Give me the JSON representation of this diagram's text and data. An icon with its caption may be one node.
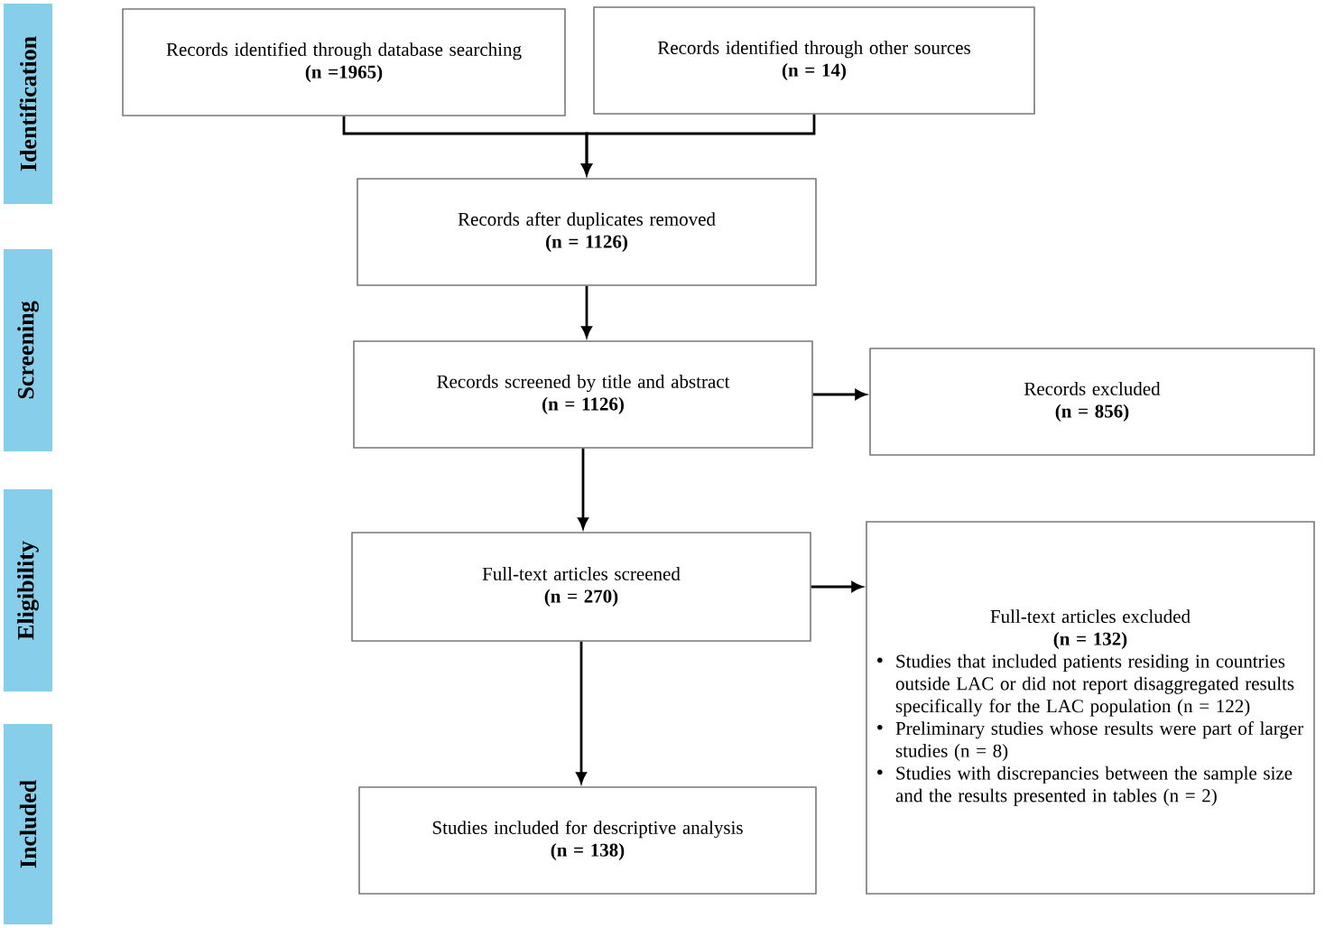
{
  "diagram": {
    "nodes": [
      {
        "text": [
          "Identification"
        ]
      },
      {
        "text": [
          "Screening"
        ]
      },
      {
        "text": [
          "Eligibility"
        ]
      },
      {
        "text": [
          "Included"
        ]
      },
      {
        "text": [
          "Records identified through database searching",
          "(n =1965)"
        ]
      },
      {
        "text": [
          "Records identified through other sources",
          "(n = 14)"
        ]
      },
      {
        "text": [
          "Records after duplicates removed",
          "(n = 1126)"
        ]
      },
      {
        "text": [
          "Records screened by title and abstract",
          "(n = 1126)"
        ]
      },
      {
        "text": [
          "Records excluded",
          "(n = 856)"
        ]
      },
      {
        "text": [
          "Full-text articles screened",
          "(n = 270)"
        ]
      },
      {
        "text": [
          "Full-text articles excluded",
          "(n = 132)",
          "Studies that included patients residing in countries outside LAC or did not report disaggregated results specifically for the LAC population (n = 122)",
          "Preliminary studies whose results were part of larger studies (n = 8)",
          "Studies with discrepancies between the sample size and the results presented in tables (n = 2)"
        ]
      },
      {
        "text": [
          "Studies included for descriptive analysis",
          "(n = 138)"
        ]
      }
    ],
    "edges": [
      {
        "from": 4,
        "to": 6,
        "arrow": "to"
      },
      {
        "from": 5,
        "to": 6,
        "arrow": "to"
      },
      {
        "from": 6,
        "to": 7,
        "arrow": "to"
      },
      {
        "from": 7,
        "to": 8,
        "arrow": "to"
      },
      {
        "from": 7,
        "to": 9,
        "arrow": "to"
      },
      {
        "from": 9,
        "to": 10,
        "arrow": "to"
      },
      {
        "from": 9,
        "to": 11,
        "arrow": "to"
      }
    ]
  }
}
